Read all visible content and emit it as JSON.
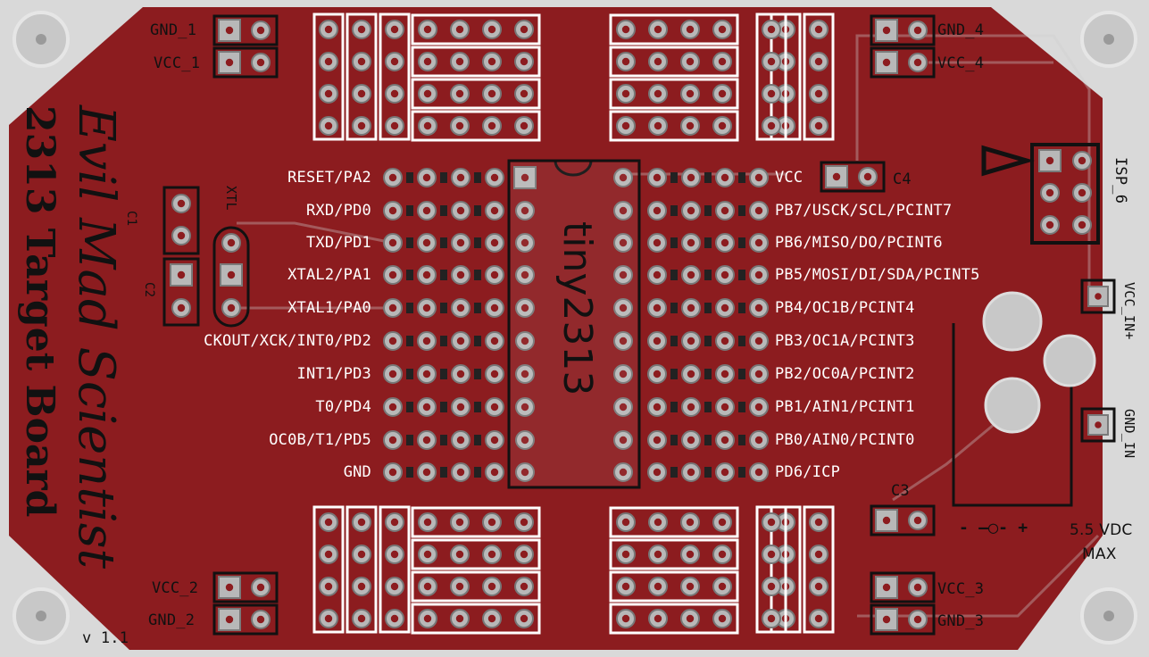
{
  "board": {
    "brand": "Evil Mad Scientist",
    "board_name": "2313 Target Board",
    "version": "v 1.1",
    "chip": "tiny2313"
  },
  "pins_left": [
    "RESET/PA2",
    "RXD/PD0",
    "TXD/PD1",
    "XTAL2/PA1",
    "XTAL1/PA0",
    "CKOUT/XCK/INT0/PD2",
    "INT1/PD3",
    "T0/PD4",
    "OC0B/T1/PD5",
    "GND"
  ],
  "pins_right": [
    "VCC",
    "PB7/USCK/SCL/PCINT7",
    "PB6/MISO/DO/PCINT6",
    "PB5/MOSI/DI/SDA/PCINT5",
    "PB4/OC1B/PCINT4",
    "PB3/OC1A/PCINT3",
    "PB2/OC0A/PCINT2",
    "PB1/AIN1/PCINT1",
    "PB0/AIN0/PCINT0",
    "PD6/ICP"
  ],
  "headers": {
    "gnd_1": "GND_1",
    "vcc_1": "VCC_1",
    "gnd_4": "GND_4",
    "vcc_4": "VCC_4",
    "vcc_2": "VCC_2",
    "gnd_2": "GND_2",
    "vcc_3": "VCC_3",
    "gnd_3": "GND_3"
  },
  "components": {
    "c1": "C1",
    "c2": "C2",
    "c3": "C3",
    "c4": "C4",
    "xtl": "XTL",
    "isp": "ISP_6",
    "vcc_in": "VCC_IN+",
    "gnd_in": "GND_IN"
  },
  "power": {
    "polarity": "- —◯- +",
    "voltage": "5.5 VDC",
    "max": "MAX"
  },
  "colors": {
    "board": "#8c1c1f",
    "trace": "#9a1f22",
    "silk": "#ffffff",
    "pad": "#b8b8b8",
    "bg": "#d9d9d9"
  }
}
